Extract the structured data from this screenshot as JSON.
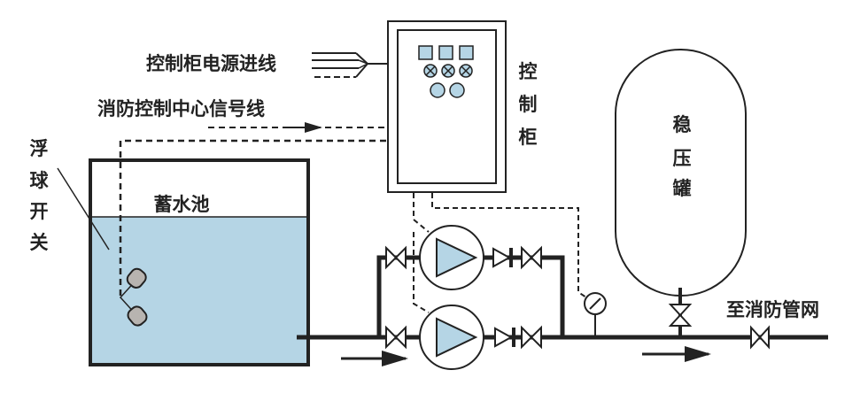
{
  "labels": {
    "power_line": "控制柜电源进线",
    "signal_line": "消防控制中心信号线",
    "cabinet": [
      "控",
      "制",
      "柜"
    ],
    "float_switch": [
      "浮",
      "球",
      "开",
      "关"
    ],
    "reservoir": "蓄水池",
    "pressure_tank": [
      "稳",
      "压",
      "罐"
    ],
    "to_network": "至消防管网"
  },
  "colors": {
    "water": "#b5d5e5",
    "line": "#222222",
    "float": "#b8b4b0"
  }
}
